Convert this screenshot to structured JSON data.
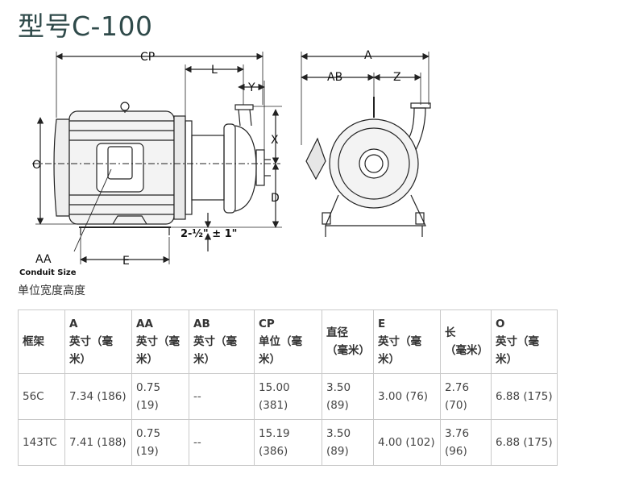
{
  "title": "型号C-100",
  "drawing": {
    "labels": {
      "cp": "CP",
      "l": "L",
      "y": "Y",
      "x": "X",
      "o": "O",
      "d": "D",
      "a": "A",
      "ab": "AB",
      "z": "Z",
      "aa": "AA",
      "e": "E",
      "conduit": "Conduit Size",
      "clearance": "2-½\" ± 1\""
    }
  },
  "unit_note": "单位宽度高度",
  "table": {
    "headers": [
      {
        "key": "框架",
        "sub": ""
      },
      {
        "key": "A",
        "sub": "英寸（毫米）"
      },
      {
        "key": "AA",
        "sub": "英寸（毫米）"
      },
      {
        "key": "AB",
        "sub": "英寸（毫米）"
      },
      {
        "key": "CP",
        "sub": "单位（毫米）"
      },
      {
        "key": "直径",
        "sub": "（毫米）"
      },
      {
        "key": "E",
        "sub": "英寸（毫米）"
      },
      {
        "key": "长",
        "sub": "（毫米）"
      },
      {
        "key": "O",
        "sub": "英寸（毫米）"
      }
    ],
    "rows": [
      [
        "56C",
        "7.34 (186)",
        "0.75 (19)",
        "--",
        "15.00 (381)",
        "3.50 (89)",
        "3.00 (76)",
        "2.76 (70)",
        "6.88 (175)"
      ],
      [
        "143TC",
        "7.41 (188)",
        "0.75 (19)",
        "--",
        "15.19 (386)",
        "3.50 (89)",
        "4.00 (102)",
        "3.76 (96)",
        "6.88 (175)"
      ]
    ]
  }
}
